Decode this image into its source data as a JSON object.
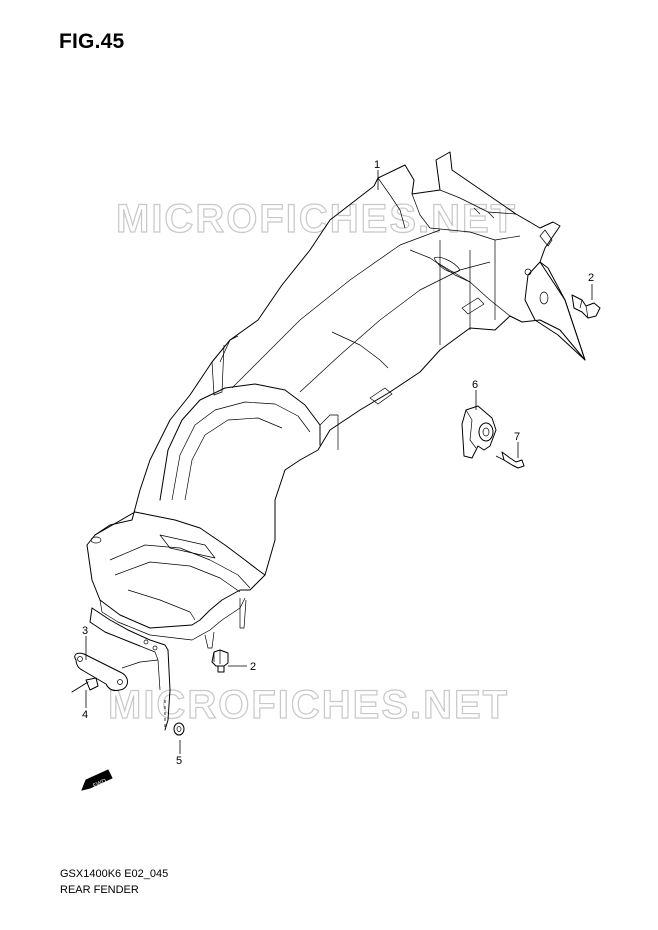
{
  "figure": {
    "title": "FIG.45"
  },
  "watermarks": [
    "MICROFICHES.NET",
    "MICROFICHES.NET"
  ],
  "callouts": [
    {
      "id": "c1",
      "text": "1"
    },
    {
      "id": "c2a",
      "text": "2"
    },
    {
      "id": "c2b",
      "text": "2"
    },
    {
      "id": "c3",
      "text": "3"
    },
    {
      "id": "c4",
      "text": "4"
    },
    {
      "id": "c5",
      "text": "5"
    },
    {
      "id": "c6",
      "text": "6"
    },
    {
      "id": "c7",
      "text": "7"
    }
  ],
  "fwd_label": "FWD",
  "footer": {
    "code": "GSX1400K6 E02_045",
    "name": "REAR FENDER"
  }
}
